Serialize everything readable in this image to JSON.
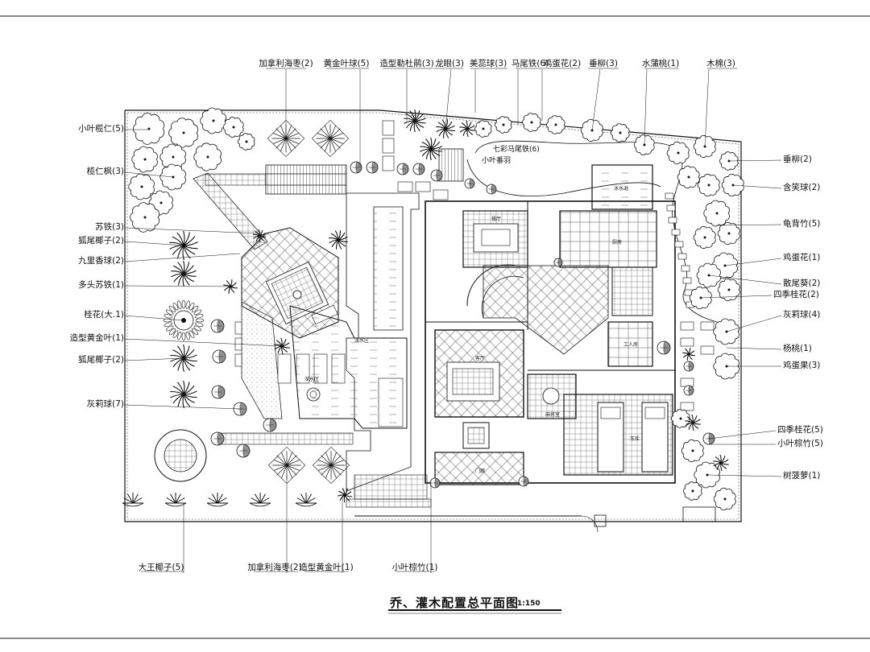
{
  "title": "乔、灌木配置总平面图",
  "scale": "1:150",
  "labels_top": [
    "加拿利海枣(2)",
    "黄金叶球(5)",
    "造型勒杜鹃(3)",
    "龙眼(3)",
    "美蕊球(3)",
    "马尾铁(6)",
    "鸡蛋花(2)",
    "垂柳(3)",
    "水蒲桃(1)",
    "木棉(3)"
  ],
  "labels_left": [
    "小叶榄仁(5)",
    "榄仁枫(3)",
    "苏铁(3)",
    "狐尾椰子(2)",
    "九里香球(2)",
    "多头苏铁(1)",
    "桂花(大.1)",
    "造型黄金叶(1)",
    "狐尾椰子(2)",
    "灰莉球(7)"
  ],
  "labels_right": [
    "垂柳(2)",
    "含笑球(2)",
    "龟背竹(5)",
    "鸡蛋花(1)",
    "散尾葵(2)",
    "四季桂花(2)",
    "灰莉球(4)",
    "杨桃(1)",
    "鸡蛋果(3)",
    "四季桂花(5)",
    "小叶棕竹(5)",
    "树菠萝(1)"
  ],
  "labels_bottom": [
    "大王椰子(5)",
    "加拿利海枣(2)",
    "造型黄金叶(1)",
    "小叶棕竹(1)"
  ],
  "labels_inline": [
    "七彩马尾铁(6)",
    "小叶番羽"
  ],
  "room_labels": [
    "浅水区",
    "深水区",
    "泳水池",
    "餐厅",
    "厨房",
    "客厅",
    "工人房",
    "车库",
    "门廊",
    "麻将室"
  ],
  "colors": {
    "line": "#111111",
    "background": "#ffffff"
  }
}
